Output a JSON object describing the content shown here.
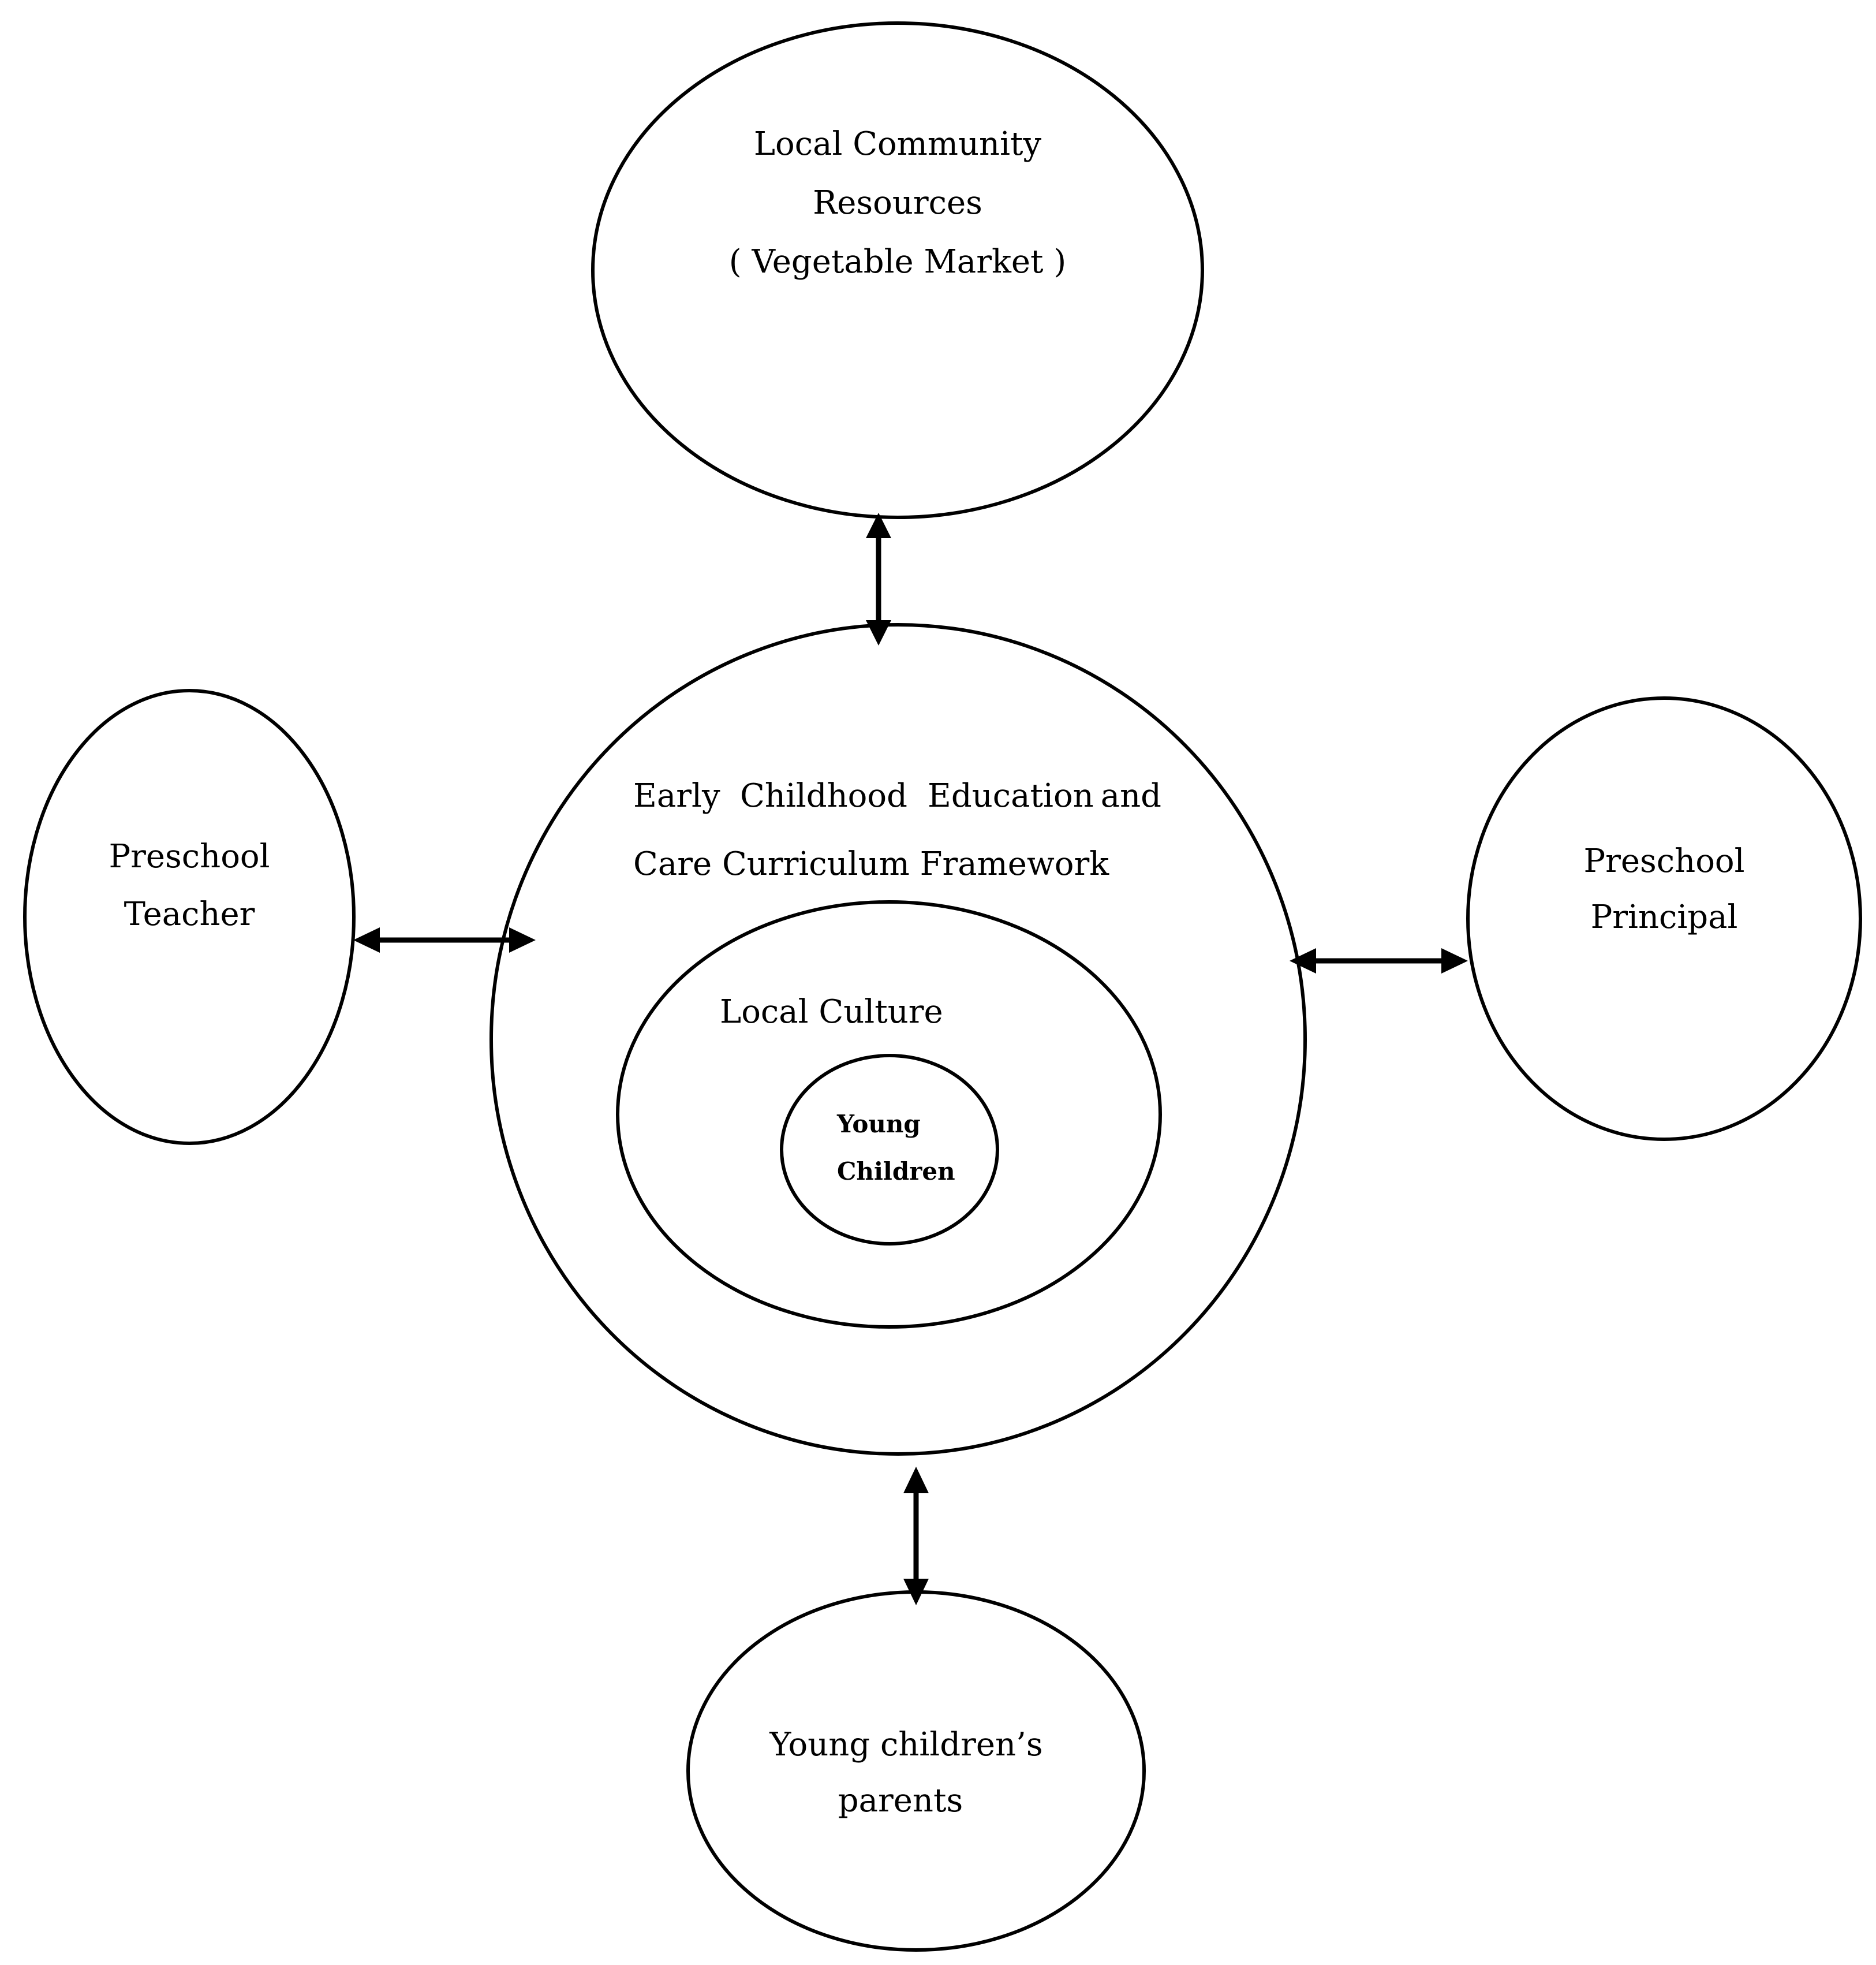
{
  "nodes": {
    "community": {
      "line1": "Local Community",
      "line2": "Resources",
      "line3": "( Vegetable Market )"
    },
    "framework": {
      "line1_words": [
        "Early",
        "Childhood",
        "Education",
        "and"
      ],
      "line2": "Care Curriculum Framework"
    },
    "culture": {
      "label": "Local Culture"
    },
    "children": {
      "line1": "Young",
      "line2": "Children"
    },
    "teacher": {
      "line1": "Preschool",
      "line2": "Teacher"
    },
    "principal": {
      "line1": "Preschool",
      "line2": "Principal"
    },
    "parents": {
      "line1": "Young children’s",
      "line2": "parents"
    }
  },
  "connections": [
    {
      "from": "community",
      "to": "framework",
      "type": "bidirectional"
    },
    {
      "from": "teacher",
      "to": "framework",
      "type": "bidirectional"
    },
    {
      "from": "framework",
      "to": "principal",
      "type": "bidirectional"
    },
    {
      "from": "framework",
      "to": "parents",
      "type": "bidirectional"
    }
  ],
  "colors": {
    "stroke": "#000000",
    "background": "#ffffff",
    "text": "#000000"
  }
}
